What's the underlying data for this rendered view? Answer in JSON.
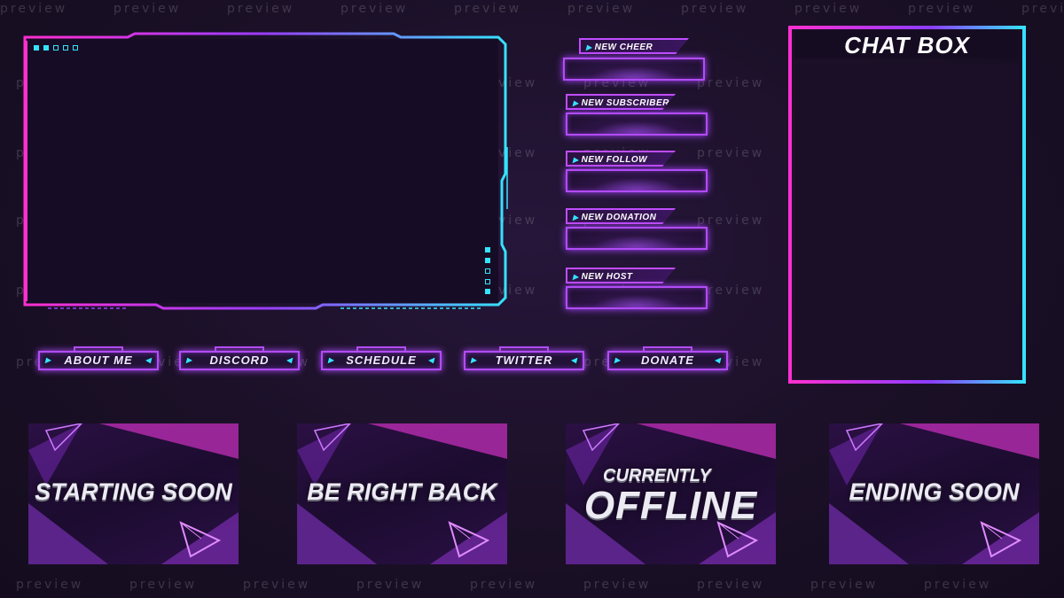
{
  "watermark": "preview",
  "colors": {
    "magenta": "#ff2fd0",
    "cyan": "#35e3ff",
    "purple": "#b24cf7",
    "bg": "#1b1027"
  },
  "webcam": {
    "corner_dots": [
      "filled",
      "filled",
      "outline",
      "outline",
      "outline"
    ]
  },
  "alerts": [
    {
      "label": "NEW CHEER"
    },
    {
      "label": "NEW SUBSCRIBER"
    },
    {
      "label": "NEW FOLLOW"
    },
    {
      "label": "NEW DONATION"
    },
    {
      "label": "NEW HOST"
    }
  ],
  "panels": [
    {
      "label": "ABOUT ME"
    },
    {
      "label": "DISCORD"
    },
    {
      "label": "SCHEDULE"
    },
    {
      "label": "TWITTER"
    },
    {
      "label": "DONATE"
    }
  ],
  "chat": {
    "title": "CHAT BOX"
  },
  "scenes": [
    {
      "line1": "",
      "line2": "STARTING SOON"
    },
    {
      "line1": "",
      "line2": "BE RIGHT BACK"
    },
    {
      "line1": "CURRENTLY",
      "line2": "OFFLINE"
    },
    {
      "line1": "",
      "line2": "ENDING SOON"
    }
  ]
}
